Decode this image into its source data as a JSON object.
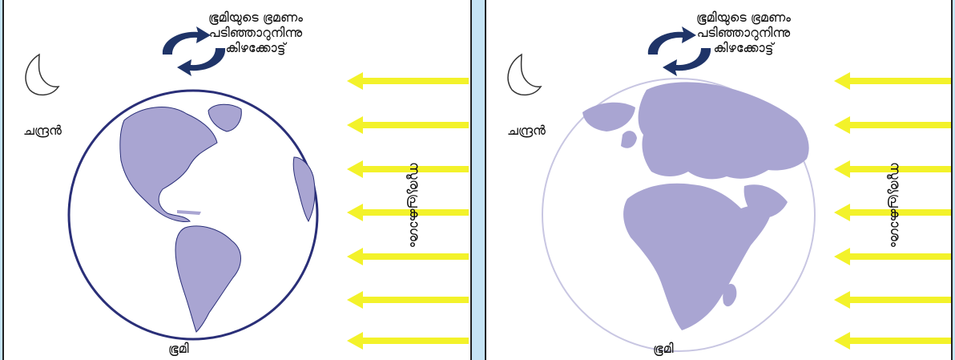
{
  "panels": [
    {
      "rotation_label": [
        "ഭൂമിയുടെ ഭ്രമണം",
        "പടിഞ്ഞാറുനിന്നു",
        "കിഴക്കോട്ട്"
      ],
      "moon_label": "ചന്ദ്രൻ",
      "earth_label": "ഭൂമി",
      "sunlight_label": "സൂര്യപ്രകാശം",
      "globe_view": "americas-icon"
    },
    {
      "rotation_label": [
        "ഭൂമിയുടെ ഭ്രമണം",
        "പടിഞ്ഞാറുനിന്നു",
        "കിഴക്കോട്ട്"
      ],
      "moon_label": "ചന്ദ്രൻ",
      "earth_label": "ഭൂമി",
      "sunlight_label": "സൂര്യപ്രകാശം",
      "globe_view": "europe-africa-icon"
    }
  ],
  "colors": {
    "background": "#c5e4f5",
    "land": "#a9a5d2",
    "globe_outline": "#2a2f78",
    "sun_arrow": "#f3f22a",
    "rotation_arrow": "#1f3468"
  }
}
